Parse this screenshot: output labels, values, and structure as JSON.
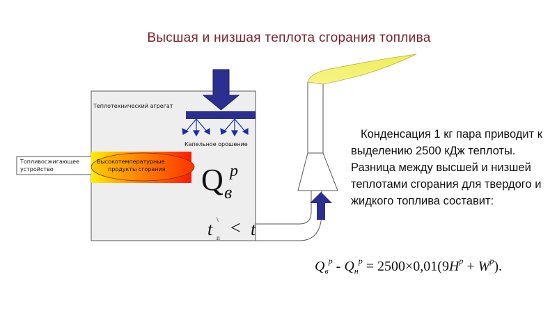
{
  "title": "Высшая и низшая теплота сгорания топлива",
  "labels": {
    "aggregate": "Теплотехнический агрегат",
    "spray": "Капельное орошение",
    "burner_line1": "Топливосжигающее",
    "burner_line2": "устройство",
    "flame_line1": "Высокотемпературные",
    "flame_line2": "продукты сгорания"
  },
  "heat_symbol": {
    "letter": "Q",
    "subscript": "в",
    "superscript": "p"
  },
  "temperature": {
    "t": "t",
    "sup": "\\",
    "sub": "п",
    "lt": "<",
    "rhs": "t"
  },
  "paragraph": "Конденсация 1 кг пара приводит к выделению 2500 кДж теплоты. Разница между высшей и низшей теплотами сгорания для твердого и жидкого топлива составит:",
  "formula": {
    "q1": "Q",
    "q1_sub": "в",
    "q1_sup": "р",
    "minus": " - ",
    "q2": "Q",
    "q2_sub": "н",
    "q2_sup": "р",
    "rest1": " = 2500×0,01(9",
    "h": "H",
    "h_sup": "p",
    "plus": " + ",
    "w": "W",
    "w_sup": "p",
    "rest2": ")."
  },
  "colors": {
    "title": "#7b1f2e",
    "arrow": "#2b2f8f",
    "spray_arrow": "#1a2ca8",
    "box_border": "#444444",
    "box_fill": "#eeeeee",
    "flame_hot": "#ff2200",
    "flame_outer": "#ffe500",
    "chimney_flame": "#f4f36a",
    "chimney_fill": "#ffffff"
  }
}
